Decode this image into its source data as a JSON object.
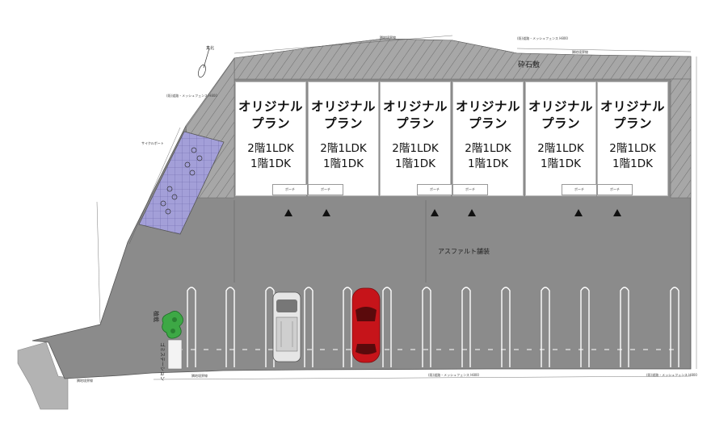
{
  "north": {
    "label": "真北"
  },
  "top_band": {
    "label": "砕石敷"
  },
  "houses": [
    {
      "title": "オリジナル\nプラン",
      "floor2": "2階1LDK",
      "floor1": "1階1DK"
    },
    {
      "title": "オリジナル\nプラン",
      "floor2": "2階1LDK",
      "floor1": "1階1DK"
    },
    {
      "title": "オリジナル\nプラン",
      "floor2": "2階1LDK",
      "floor1": "1階1DK"
    },
    {
      "title": "オリジナル\nプラン",
      "floor2": "2階1LDK",
      "floor1": "1階1DK"
    },
    {
      "title": "オリジナル\nプラン",
      "floor2": "2階1LDK",
      "floor1": "1階1DK"
    },
    {
      "title": "オリジナル\nプラン",
      "floor2": "2階1LDK",
      "floor1": "1階1DK"
    }
  ],
  "porch_label": "ポーチ",
  "parking_area": {
    "label": "アスファルト舗装"
  },
  "bicycle_area": {
    "label": "サイクルポート"
  },
  "fence_note": "(既)道路・メッシュフェンス H800",
  "boundary_note": "隣地境界線",
  "planting": {
    "label": "植栽"
  },
  "garbage": {
    "label": "ゴミステーション"
  },
  "colors": {
    "asphalt": "#8b8b8b",
    "gravel": "#a6a6a6",
    "bicycle_fill": "#9f9ad6",
    "car_red": "#c6141a",
    "planting": "#2e9e3a"
  }
}
